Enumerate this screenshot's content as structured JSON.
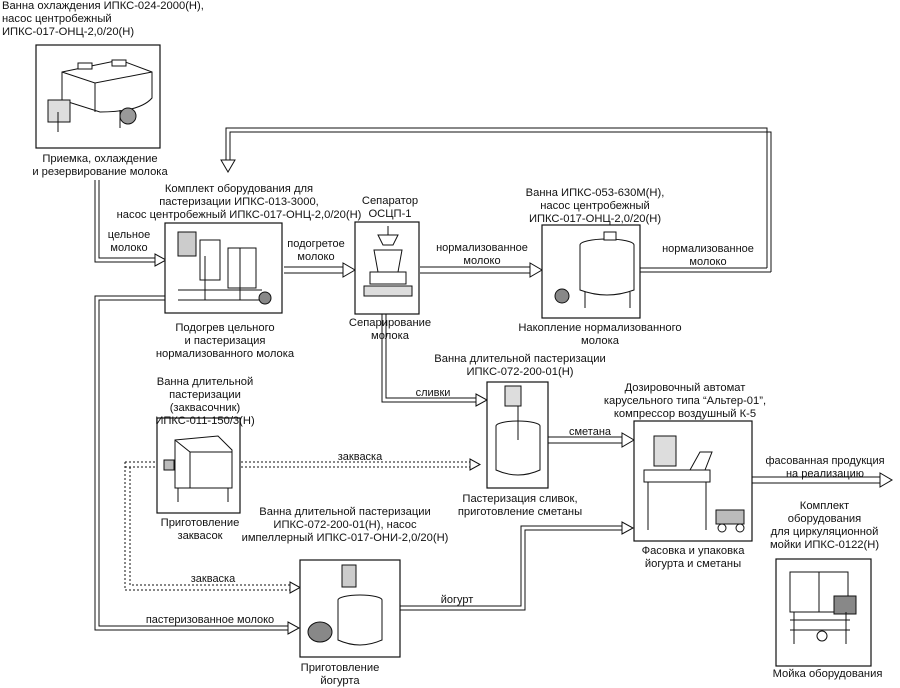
{
  "units": {
    "cooling_bath": {
      "equipment": "Ванна охлаждения ИПКС-024-2000(Н),\nнасос центробежный\nИПКС-017-ОНЦ-2,0/20(Н)",
      "process": "Приемка, охлаждение\nи резервирование молока"
    },
    "pasteurizer": {
      "equipment": "Комплект оборудования для\nпастеризации ИПКС-013-3000,\nнасос центробежный ИПКС-017-ОНЦ-2,0/20(Н)",
      "process": "Подогрев цельного\nи пастеризация\nнормализованного молока"
    },
    "separator": {
      "equipment": "Сепаратор\nОСЦП-1",
      "process": "Сепарирование\nмолока"
    },
    "storage_bath": {
      "equipment": "Ванна ИПКС-053-630М(Н),\nнасос центробежный\nИПКС-017-ОНЦ-2,0/20(Н)",
      "process": "Накопление нормализованного\nмолока"
    },
    "cream_bath": {
      "equipment": "Ванна длительной пастеризации\nИПКС-072-200-01(Н)",
      "process": "Пастеризация сливок,\nприготовление сметаны"
    },
    "starter_bath": {
      "equipment": "Ванна длительной\nпастеризации (заквасочник)\nИПКС-011-150/3(Н)",
      "process": "Приготовление\nзаквасок"
    },
    "filler": {
      "equipment": "Дозировочный автомат\nкарусельного типа “Альтер-01”,\nкомпрессор воздушный К-5",
      "process": "Фасовка и упаковка\nйогурта и сметаны"
    },
    "yogurt_bath": {
      "equipment": "Ванна длительной пастеризации\nИПКС-072-200-01(Н), насос\nимпеллерный ИПКС-017-ОНИ-2,0/20(Н)",
      "process": "Приготовление\nйогурта"
    },
    "cip": {
      "equipment": "Комплект\nоборудования\nдля циркуляционной\nмойки ИПКС-0122(Н)",
      "process": "Мойка оборудования"
    }
  },
  "flows": {
    "whole_milk": "цельное\nмолоко",
    "heated_milk": "подогретое\nмолоко",
    "normalized_milk_1": "нормализованное\nмолоко",
    "normalized_milk_2": "нормализованное\nмолоко",
    "cream": "сливки",
    "sour_cream": "сметана",
    "starter_1": "закваска",
    "starter_2": "закваска",
    "yogurt": "йогурт",
    "pasteurized_milk": "пастеризованное молоко",
    "finished_product": "фасованная продукция\nна реализацию"
  },
  "icons": [
    "cooling-bath-icon",
    "pasteurizer-icon",
    "separator-icon",
    "storage-tank-icon",
    "cream-tank-icon",
    "starter-tank-icon",
    "filler-icon",
    "yogurt-tank-icon",
    "cip-unit-icon"
  ]
}
